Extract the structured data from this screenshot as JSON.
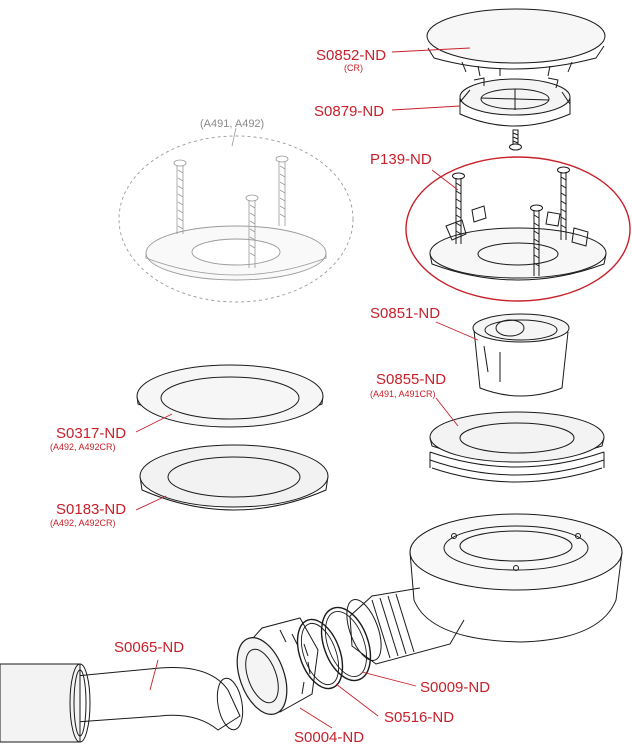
{
  "diagram": {
    "colors": {
      "label": "#c8202a",
      "outline": "#1a1a1a",
      "ghost": "#9a9a9a"
    },
    "labels": {
      "s0852": {
        "code": "S0852-ND",
        "note": "(CR)"
      },
      "s0879": {
        "code": "S0879-ND"
      },
      "ghost_group": {
        "note": "(A491, A492)"
      },
      "p139": {
        "code": "P139-ND"
      },
      "s0851": {
        "code": "S0851-ND"
      },
      "s0855": {
        "code": "S0855-ND",
        "note": "(A491, A491CR)"
      },
      "s0317": {
        "code": "S0317-ND",
        "note": "(A492, A492CR)"
      },
      "s0183": {
        "code": "S0183-ND",
        "note": "(A492, A492CR)"
      },
      "s0065": {
        "code": "S0065-ND"
      },
      "s0009": {
        "code": "S0009-ND"
      },
      "s0516": {
        "code": "S0516-ND"
      },
      "s0004": {
        "code": "S0004-ND"
      }
    }
  }
}
